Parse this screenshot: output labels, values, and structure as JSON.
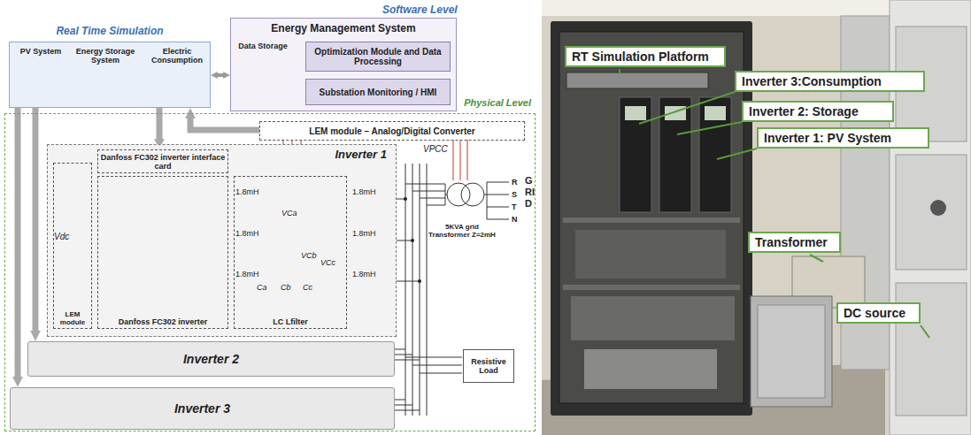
{
  "diagram": {
    "nodes": [
      {
        "text": [
          "Real Time Simulation"
        ]
      },
      {
        "text": [
          "PV System"
        ],
        "in": 0
      },
      {
        "text": [
          "Energy Storage System"
        ],
        "in": 0
      },
      {
        "text": [
          "Electric Consumption"
        ],
        "in": 0
      },
      {
        "text": [
          "Energy Management System"
        ]
      },
      {
        "text": [
          "Data Storage"
        ],
        "in": 4
      },
      {
        "text": [
          "Optimization Module and Data Processing"
        ],
        "in": 4
      },
      {
        "text": [
          "Substation Monitoring / HMI"
        ],
        "in": 4
      },
      {
        "text": [
          "Physical Level"
        ]
      },
      {
        "text": [
          "LEM module – Analog/Digital Converter"
        ],
        "in": 8
      },
      {
        "text": [
          "Inverter 1"
        ],
        "in": 8
      },
      {
        "text": [
          "Danfoss FC302 inverter interface card"
        ],
        "in": 10
      },
      {
        "text": [
          "Danfoss FC302 inverter"
        ],
        "in": 10
      },
      {
        "text": [
          "LEM module"
        ],
        "in": 10
      },
      {
        "text": [
          "LC Lfilter"
        ],
        "in": 10
      },
      {
        "text": [
          "Inverter 2"
        ],
        "in": 8
      },
      {
        "text": [
          "Inverter 3"
        ],
        "in": 8
      },
      {
        "text": [
          "Resistive Load"
        ],
        "in": 8
      },
      {
        "text": [
          "RT Simulation Platform"
        ]
      },
      {
        "text": [
          "Inverter 3:Consumption"
        ]
      },
      {
        "text": [
          "Inverter 2: Storage"
        ]
      },
      {
        "text": [
          "Inverter 1: PV System"
        ]
      },
      {
        "text": [
          "Transformer"
        ]
      },
      {
        "text": [
          "DC source"
        ]
      }
    ],
    "edges": [
      {
        "from": 0,
        "to": 4,
        "arrow": "both"
      },
      {
        "from": 9,
        "to": 0,
        "arrow": "to"
      },
      {
        "from": 0,
        "to": 11,
        "arrow": "to"
      },
      {
        "from": 0,
        "to": 15,
        "arrow": "to"
      },
      {
        "from": 0,
        "to": 16,
        "arrow": "to"
      },
      {
        "from": 5,
        "to": 6,
        "arrow": "both"
      },
      {
        "from": 5,
        "to": 7,
        "arrow": "both"
      }
    ],
    "labels": [
      "Software Level",
      "Vdc",
      "1.8mH",
      "1.8mH",
      "1.8mH",
      "1.8mH",
      "1.8mH",
      "1.8mH",
      "VCa",
      "Cb",
      "Cc",
      "VCb",
      "Ca",
      "VCc",
      "VPCC",
      "R",
      "S",
      "T",
      "N",
      "GRID",
      "5KVA grid Transformer Z=2mH"
    ]
  }
}
